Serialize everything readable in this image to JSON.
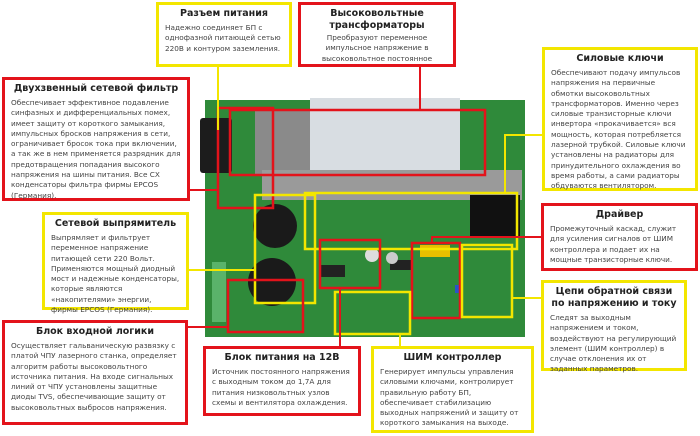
{
  "colors": {
    "red": "#e3131b",
    "yellow": "#f3e600",
    "board": "#2f8a3a"
  },
  "callouts": {
    "connector": {
      "title": "Разъем питания",
      "text": "Надежно соединяет БП с однофазной питающей сетью 220В и контуром заземления."
    },
    "transformers": {
      "title": "Высоковольтные трансформаторы",
      "text": "Преобразуют переменное импульсное напряжение в высоковольтное постоянное"
    },
    "filter": {
      "title": "Двухзвенный сетевой фильтр",
      "text": "Обеспечивает эффективное подавление синфазных и дифференциальных помех, имеет защиту от короткого замыкания, импульсных бросков напряжения в сети, ограничивает бросок тока при включении, а так же в нем применяется разрядник для предотвращения попадания высокого напряжения на шины питания. Все СХ конденсаторы фильтра фирмы EPCOS (Германия)."
    },
    "keys": {
      "title": "Силовые ключи",
      "text": "Обеспечивают подачу импульсов напряжения на первичные обмотки высоковольтных трансформаторов. Именно через силовые транзисторные ключи инвертора «прокачивается» вся мощность, которая потребляется лазерной трубкой. Силовые ключи установлены на радиаторы для принудительного охлаждения во время работы, а сами радиаторы обдуваются вентилятором."
    },
    "rectifier": {
      "title": "Сетевой выпрямитель",
      "text": "Выпрямляет и фильтрует переменное напряжение питающей сети 220 Вольт. Применяются мощный диодный мост и надежные конденсаторы, которые являются «накопителями» энергии, фирмы EPCOS (Германия)."
    },
    "driver": {
      "title": "Драйвер",
      "text": "Промежуточный каскад, служит для усиления сигналов от ШИМ контроллера и подает их на мощные транзисторные ключи."
    },
    "feedback": {
      "title": "Цепи обратной связи по напряжению и току",
      "text": "Следят за выходным напряжением и током, воздействуют на регулирующий элемент (ШИМ контроллер) в случае отклонения их от заданных параметров."
    },
    "logic": {
      "title": "Блок входной логики",
      "text": "Осуществляет гальваническую развязку с платой ЧПУ лазерного станка, определяет алгоритм работы высоковольтного источника питания. На входе сигнальных линий от ЧПУ установлены защитные диоды TVS, обеспечивающие защиту от высоковольтных выбросов напряжения."
    },
    "psu12": {
      "title": "Блок питания на 12В",
      "text": "Источник постоянного напряжения с выходным током до 1,7А для питания низковольтных узлов схемы и вентилятора охлаждения."
    },
    "pwm": {
      "title": "ШИМ контроллер",
      "text": "Генерирует импульсы управления силовыми ключами, контролирует правильную работу БП, обеспечивает стабилизацию выходных напряжений и защиту от короткого замыкания на выходе."
    }
  }
}
